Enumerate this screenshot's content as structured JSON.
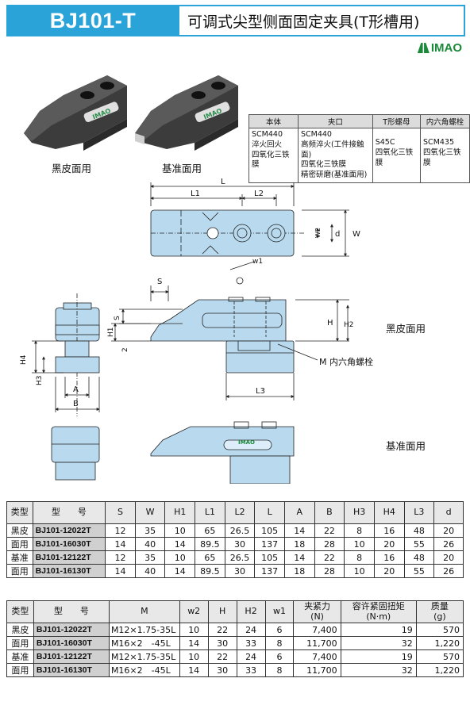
{
  "header": {
    "model": "BJ101-T",
    "title": "可调式尖型侧面固定夹具(T形槽用)",
    "logo": "IMAO"
  },
  "products": {
    "left_label": "黑皮面用",
    "right_label": "基准面用",
    "body_logo": "IMAO"
  },
  "materials": {
    "headers": [
      "本体",
      "夹口",
      "T形螺母",
      "内六角螺栓"
    ],
    "cells": [
      "SCM440\n淬火回火\n四氧化三铁膜",
      "SCM440\n高频淬火(工件接触面)\n四氧化三铁膜\n精密研磨(基准面用)",
      "S45C\n四氧化三铁膜",
      "SCM435\n四氧化三铁膜"
    ]
  },
  "drawing": {
    "labels": {
      "L": "L",
      "L1": "L1",
      "L2": "L2",
      "W": "W",
      "W2": "W2",
      "d": "d",
      "S": "S",
      "H1": "H1",
      "two": "2",
      "w1": "w1",
      "H": "H",
      "H2": "H2",
      "H4": "H4",
      "H3": "H3",
      "A": "A",
      "B": "B",
      "L3": "L3",
      "bolt": "M 内六角螺栓"
    },
    "side_label_top": "黑皮面用",
    "side_label_bottom": "基准面用",
    "body_logo": "IMAO"
  },
  "table1": {
    "headers": [
      "类型",
      "型　　号",
      "S",
      "W",
      "H1",
      "L1",
      "L2",
      "L",
      "A",
      "B",
      "H3",
      "H4",
      "L3",
      "d"
    ],
    "rows": [
      [
        "黑皮",
        "BJ101-12022T",
        "12",
        "35",
        "10",
        "65",
        "26.5",
        "105",
        "14",
        "22",
        "8",
        "16",
        "48",
        "20"
      ],
      [
        "面用",
        "BJ101-16030T",
        "14",
        "40",
        "14",
        "89.5",
        "30",
        "137",
        "18",
        "28",
        "10",
        "20",
        "55",
        "26"
      ],
      [
        "基准",
        "BJ101-12122T",
        "12",
        "35",
        "10",
        "65",
        "26.5",
        "105",
        "14",
        "22",
        "8",
        "16",
        "48",
        "20"
      ],
      [
        "面用",
        "BJ101-16130T",
        "14",
        "40",
        "14",
        "89.5",
        "30",
        "137",
        "18",
        "28",
        "10",
        "20",
        "55",
        "26"
      ]
    ]
  },
  "table2": {
    "headers": [
      "类型",
      "型　　号",
      "M",
      "w2",
      "H",
      "H2",
      "w1",
      "夹紧力\n(N)",
      "容许紧固扭矩\n(N·m)",
      "质量\n(g)"
    ],
    "rows": [
      [
        "黑皮",
        "BJ101-12022T",
        "M12×1.75-35L",
        "10",
        "22",
        "24",
        "6",
        "7,400",
        "19",
        "570"
      ],
      [
        "面用",
        "BJ101-16030T",
        "M16×2　-45L",
        "14",
        "30",
        "33",
        "8",
        "11,700",
        "32",
        "1,220"
      ],
      [
        "基准",
        "BJ101-12122T",
        "M12×1.75-35L",
        "10",
        "22",
        "24",
        "6",
        "7,400",
        "19",
        "570"
      ],
      [
        "面用",
        "BJ101-16130T",
        "M16×2　-45L",
        "14",
        "30",
        "33",
        "8",
        "11,700",
        "32",
        "1,220"
      ]
    ]
  },
  "colors": {
    "accent": "#29a3d8",
    "part_fill": "#b9d9ee",
    "logo_green": "#1a8a3a"
  }
}
